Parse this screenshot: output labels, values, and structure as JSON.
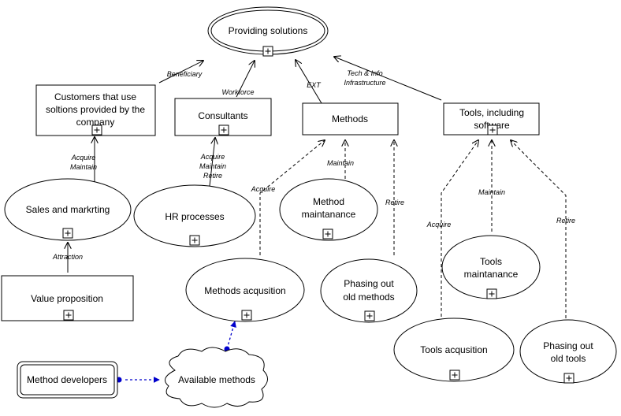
{
  "nodes": {
    "providing_solutions": [
      "Providing solutions"
    ],
    "customers": [
      "Customers that use",
      "soltions provided by the",
      "company"
    ],
    "consultants": [
      "Consultants"
    ],
    "methods": [
      "Methods"
    ],
    "tools": [
      "Tools, including",
      "software"
    ],
    "sales": [
      "Sales and markrting"
    ],
    "hr": [
      "HR processes"
    ],
    "method_maintenance": [
      "Method",
      "maintanance"
    ],
    "value_proposition": [
      "Value proposition"
    ],
    "methods_acquisition": [
      "Methods acqusition"
    ],
    "phasing_out_methods": [
      "Phasing out",
      "old methods"
    ],
    "tools_maintenance": [
      "Tools",
      "maintanance"
    ],
    "tools_acquisition": [
      "Tools acqusition"
    ],
    "phasing_out_tools": [
      "Phasing out",
      "old tools"
    ],
    "method_developers": [
      "Method developers"
    ],
    "available_methods": [
      "Available methods"
    ]
  },
  "edge_labels": {
    "beneficiary": [
      "Beneficiary"
    ],
    "workforce": [
      "Workforce"
    ],
    "ext": [
      "EXT"
    ],
    "tech_info": [
      "Tech & Info",
      "Infrastructure"
    ],
    "customers_acq_maint": [
      "Acquire",
      "Maintain"
    ],
    "consultants_acq_maint_ret": [
      "Acquire",
      "Maintain",
      "Retire"
    ],
    "methods_acquire": [
      "Acquire"
    ],
    "methods_maintain": [
      "Maintain"
    ],
    "methods_retire": [
      "Retire"
    ],
    "tools_acquire": [
      "Acquire"
    ],
    "tools_maintain": [
      "Maintain"
    ],
    "tools_retire": [
      "Retire"
    ],
    "attraction": [
      "Attraction"
    ]
  }
}
